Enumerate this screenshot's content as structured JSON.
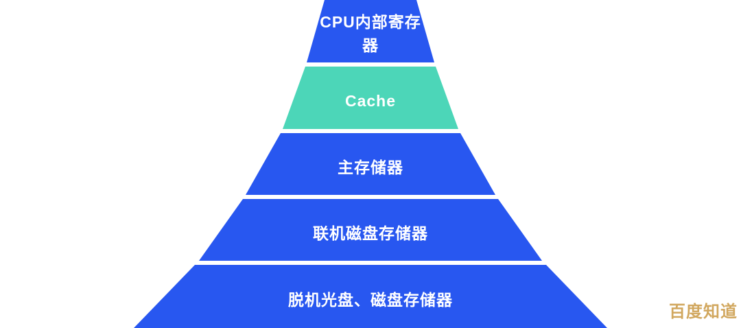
{
  "diagram": {
    "type": "pyramid",
    "description_levels_top_to_bottom": 5,
    "levels": [
      {
        "rank": 1,
        "label": "CPU内部寄存器",
        "color": "#2857f0",
        "text_color": "#ffffff"
      },
      {
        "rank": 2,
        "label": "Cache",
        "color": "#4cd6b8",
        "text_color": "#ffffff"
      },
      {
        "rank": 3,
        "label": "主存储器",
        "color": "#2857f0",
        "text_color": "#ffffff"
      },
      {
        "rank": 4,
        "label": "联机磁盘存储器",
        "color": "#2857f0",
        "text_color": "#ffffff"
      },
      {
        "rank": 5,
        "label": "脱机光盘、磁盘存储器",
        "color": "#2857f0",
        "text_color": "#ffffff"
      }
    ],
    "separator_color": "#ffffff",
    "background_color": "#ffffff"
  },
  "watermark": {
    "text": "百度知道",
    "color": "#d1a75e"
  }
}
